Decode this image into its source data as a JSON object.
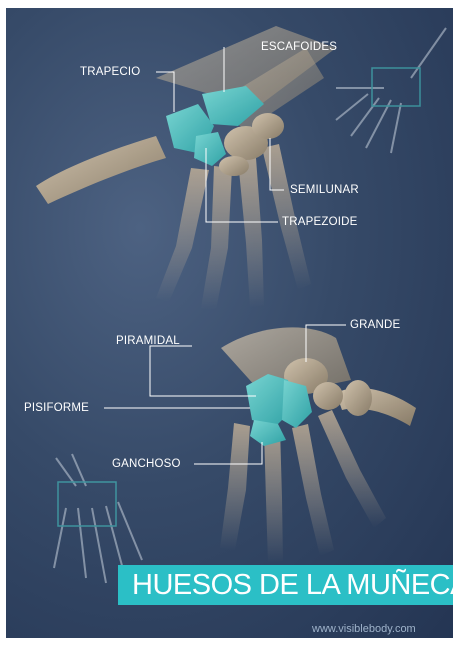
{
  "labels": {
    "escafoides": "ESCAFOIDES",
    "trapecio": "TRAPECIO",
    "semilunar": "SEMILUNAR",
    "trapezoide": "TRAPEZOIDE",
    "grande": "GRANDE",
    "piramidal": "PIRAMIDAL",
    "pisiforme": "PISIFORME",
    "ganchoso": "GANCHOSO"
  },
  "title": "HUESOS DE LA MUÑECA",
  "credit": "www.visiblebody.com",
  "colors": {
    "highlight_bone": "#52cdc8",
    "bone": "#c9b59a",
    "banner": "#2bbfc6",
    "leader_line": "#ffffff"
  }
}
